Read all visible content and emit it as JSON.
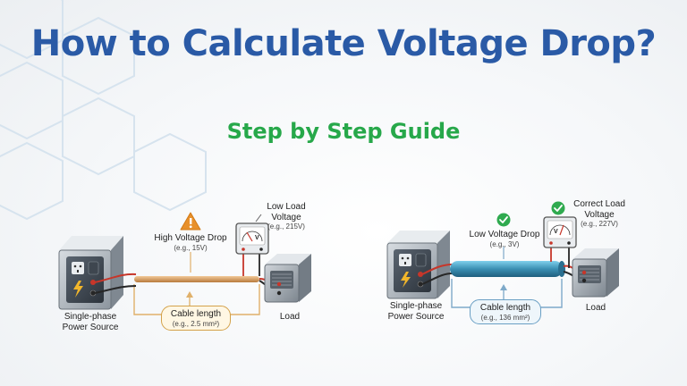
{
  "title": "How to Calculate Voltage Drop?",
  "subtitle": "Step by Step Guide",
  "left_scenario": {
    "source_label_1": "Single-phase",
    "source_label_2": "Power Source",
    "drop_title": "High Voltage Drop",
    "drop_example": "(e.g., 15V)",
    "meter_title_1": "Low Load",
    "meter_title_2": "Voltage",
    "meter_example": "(e.g., 215V)",
    "cable_title": "Cable length",
    "cable_example": "(e.g., 2.5 mm²)",
    "load_label": "Load",
    "status_icon": "warning-icon",
    "cable_color": "#d99a55"
  },
  "right_scenario": {
    "source_label_1": "Single-phase",
    "source_label_2": "Power Source",
    "drop_title": "Low Voltage Drop",
    "drop_example": "(e.g., 3V)",
    "meter_title_1": "Correct Load",
    "meter_title_2": "Voltage",
    "meter_example": "(e.g., 227V)",
    "cable_title": "Cable length",
    "cable_example": "(e.g., 136 mm²)",
    "load_label": "Load",
    "status_icon": "check-icon",
    "cable_color": "#3a8fb3"
  },
  "meter_unit": "V",
  "colors": {
    "title": "#2a5aa6",
    "subtitle": "#27a84a",
    "warning": "#e8902a",
    "check": "#2faa4f",
    "red_wire": "#c7362a",
    "black_wire": "#262626"
  }
}
